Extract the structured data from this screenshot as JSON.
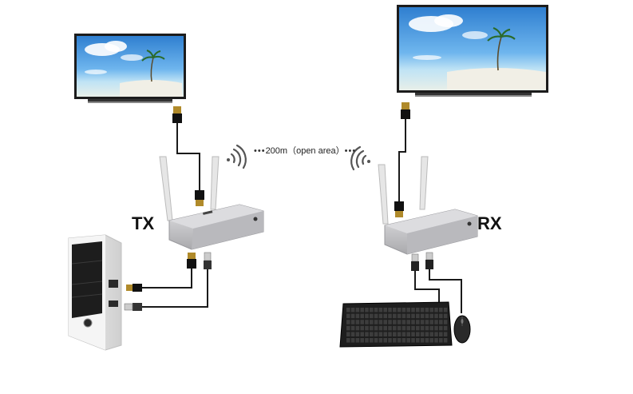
{
  "labels": {
    "tx": "TX",
    "rx": "RX",
    "distance": "200m（open area）",
    "distance_prefix": "•••",
    "distance_suffix": "•••"
  },
  "icons": {
    "left_tv": "tv-screen-icon",
    "right_tv": "tv-screen-icon",
    "tx_box": "wireless-extender-transmitter-icon",
    "rx_box": "wireless-extender-receiver-icon",
    "pc": "desktop-tower-icon",
    "keyboard": "keyboard-icon",
    "mouse": "mouse-icon",
    "wifi_tx": "wifi-signal-icon",
    "wifi_rx": "wifi-signal-icon"
  },
  "colors": {
    "device_silver": "#c9c9cb",
    "cable": "#1a1a1a",
    "sky": "#3a8fd8",
    "text": "#111111"
  }
}
